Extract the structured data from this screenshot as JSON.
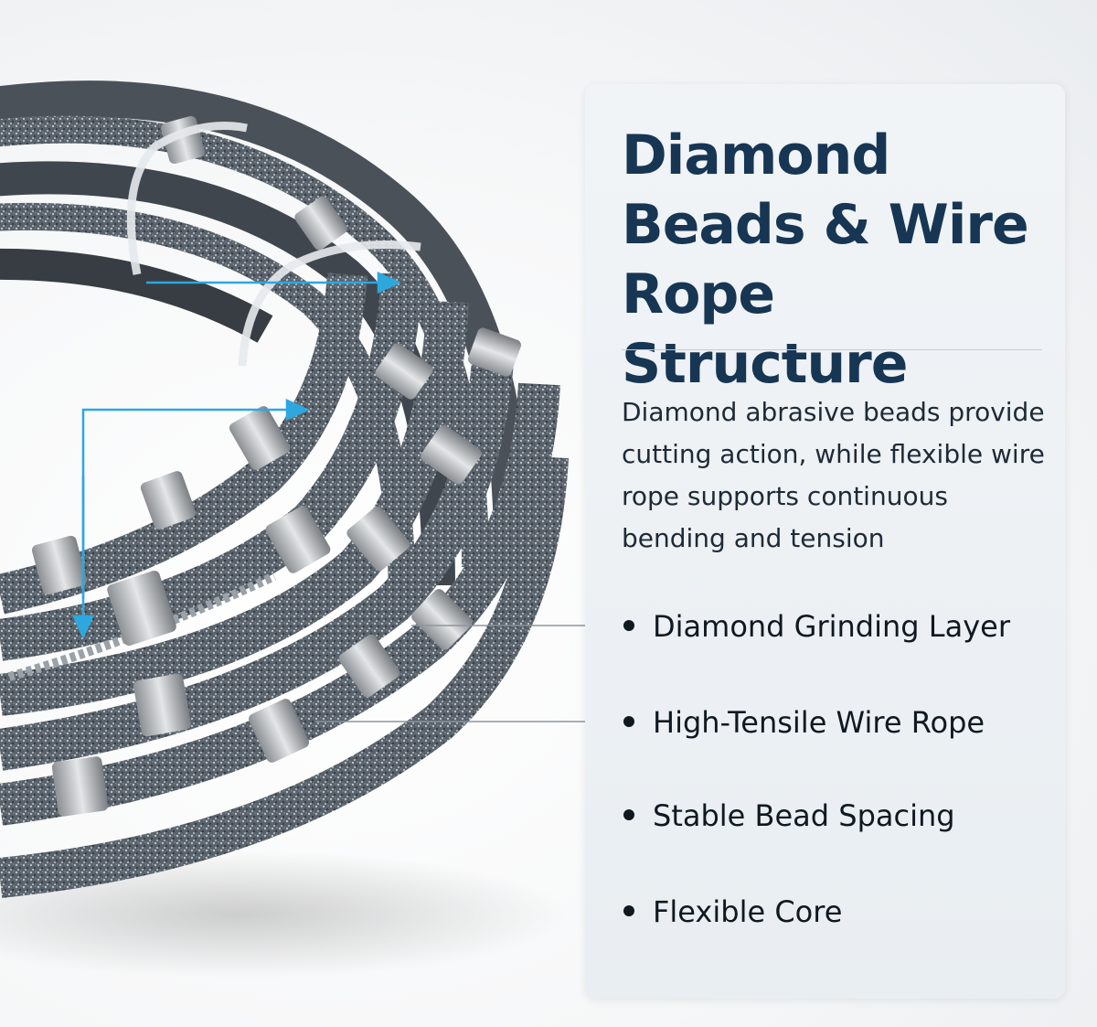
{
  "title": "Diamond Beads & Wire Rope Structure",
  "description": "Diamond abrasive beads provide cutting action, while flexible wire rope supports continuous bending and tension",
  "features": [
    "Diamond Grinding Layer",
    "High-Tensile Wire Rope",
    "Stable Bead Spacing",
    "Flexible Core"
  ],
  "colors": {
    "title": "#173653",
    "arrow": "#2ea7df",
    "leader_line": "#8c96a0",
    "panel": "#eef2f5"
  }
}
